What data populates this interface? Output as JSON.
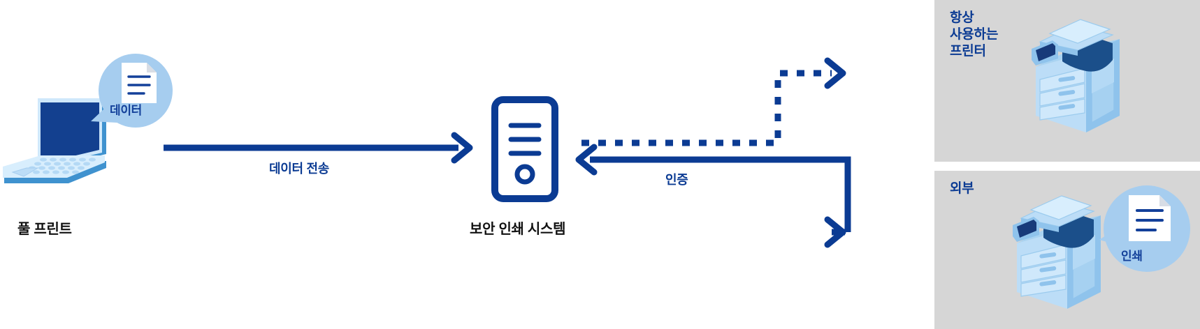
{
  "diagram": {
    "title_nodes": {
      "client": "풀 프린트",
      "server": "보안 인쇄 시스템"
    },
    "bubbles": [
      {
        "name": "data-bubble",
        "label": "데이터"
      },
      {
        "name": "print-bubble",
        "label": "인쇄"
      }
    ],
    "edges": [
      {
        "name": "data-transfer",
        "label": "데이터 전송",
        "style": "solid",
        "direction": "right"
      },
      {
        "name": "authentication",
        "label": "인증",
        "style": "solid",
        "direction": "left"
      },
      {
        "name": "release-to-default-printer",
        "label": "",
        "style": "dashed",
        "direction": "right"
      },
      {
        "name": "release-to-external-printer",
        "label": "",
        "style": "solid",
        "direction": "right"
      }
    ],
    "panels": [
      {
        "name": "panel-default-printer",
        "label": "항상\n사용하는\n프린터"
      },
      {
        "name": "panel-external-printer",
        "label": "외부"
      }
    ],
    "icons": {
      "laptop": "laptop-icon",
      "server": "server-tower-icon",
      "printer_top": "multifunction-printer-icon",
      "printer_bottom": "multifunction-printer-icon",
      "document": "document-icon"
    },
    "colors": {
      "accent_dark_blue": "#0b3b93",
      "line_blue": "#0b3b93",
      "bubble_blue": "#a6cdef",
      "panel_gray": "#d6d6d6",
      "printer_light": "#bcddf7",
      "printer_mid": "#8fc3ec",
      "printer_dark": "#1b4f8a",
      "laptop_screen": "#13408f",
      "background": "#ffffff",
      "caption_text": "#111111"
    }
  }
}
